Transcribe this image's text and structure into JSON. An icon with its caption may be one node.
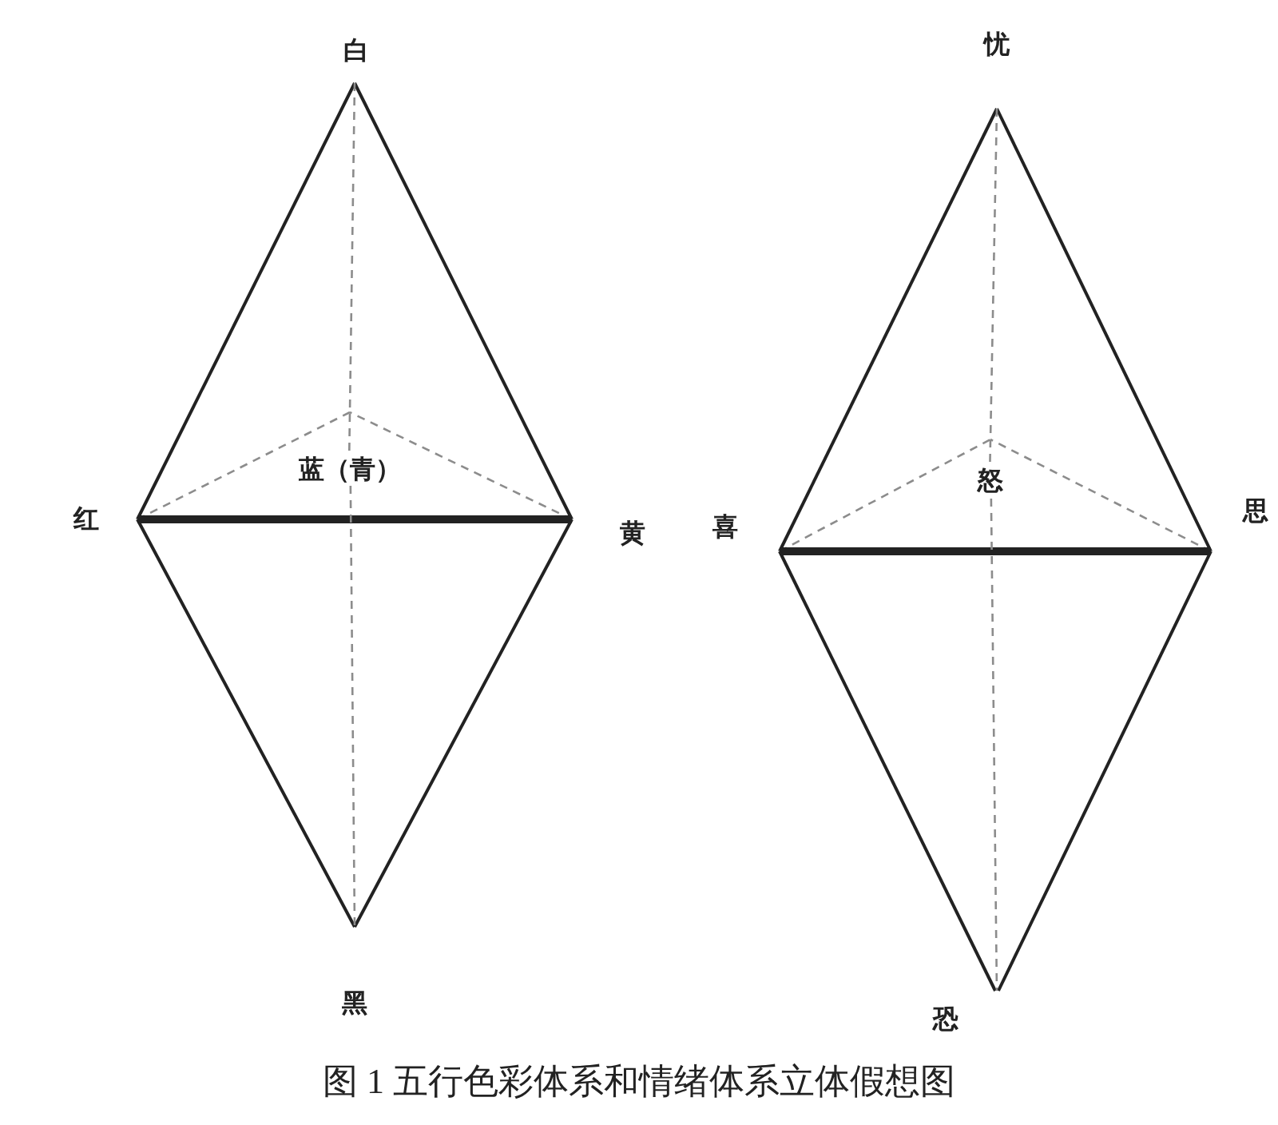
{
  "diagram": {
    "caption": "图 1 五行色彩体系和情绪体系立体假想图",
    "nodes": [
      {
        "text": [
          "白"
        ]
      },
      {
        "text": [
          "蓝（青）"
        ]
      },
      {
        "text": [
          "红"
        ]
      },
      {
        "text": [
          "黄"
        ]
      },
      {
        "text": [
          "黑"
        ]
      },
      {
        "text": [
          "忧"
        ]
      },
      {
        "text": [
          "怒"
        ]
      },
      {
        "text": [
          "喜"
        ]
      },
      {
        "text": [
          "思"
        ]
      },
      {
        "text": [
          "恐"
        ]
      }
    ],
    "edges": [
      {
        "from": 0,
        "to": 2,
        "arrow": "none"
      },
      {
        "from": 0,
        "to": 3,
        "arrow": "none"
      },
      {
        "from": 0,
        "to": 1,
        "arrow": "none",
        "style": "dashed",
        "color": "#8c8c8c"
      },
      {
        "from": 2,
        "to": 1,
        "arrow": "none",
        "style": "dashed",
        "color": "#8c8c8c"
      },
      {
        "from": 3,
        "to": 1,
        "arrow": "none",
        "style": "dashed",
        "color": "#8c8c8c"
      },
      {
        "from": 2,
        "to": 3,
        "arrow": "none",
        "style": "thick"
      },
      {
        "from": 2,
        "to": 4,
        "arrow": "none"
      },
      {
        "from": 3,
        "to": 4,
        "arrow": "none"
      },
      {
        "from": 1,
        "to": 4,
        "arrow": "none",
        "style": "dashed",
        "color": "#8c8c8c"
      },
      {
        "from": 5,
        "to": 7,
        "arrow": "none"
      },
      {
        "from": 5,
        "to": 8,
        "arrow": "none"
      },
      {
        "from": 5,
        "to": 6,
        "arrow": "none",
        "style": "dashed",
        "color": "#8c8c8c"
      },
      {
        "from": 7,
        "to": 6,
        "arrow": "none",
        "style": "dashed",
        "color": "#8c8c8c"
      },
      {
        "from": 8,
        "to": 6,
        "arrow": "none",
        "style": "dashed",
        "color": "#8c8c8c"
      },
      {
        "from": 7,
        "to": 8,
        "arrow": "none",
        "style": "thick"
      },
      {
        "from": 7,
        "to": 9,
        "arrow": "none"
      },
      {
        "from": 8,
        "to": 9,
        "arrow": "none"
      },
      {
        "from": 6,
        "to": 9,
        "arrow": "none",
        "style": "dashed",
        "color": "#8c8c8c"
      }
    ]
  }
}
